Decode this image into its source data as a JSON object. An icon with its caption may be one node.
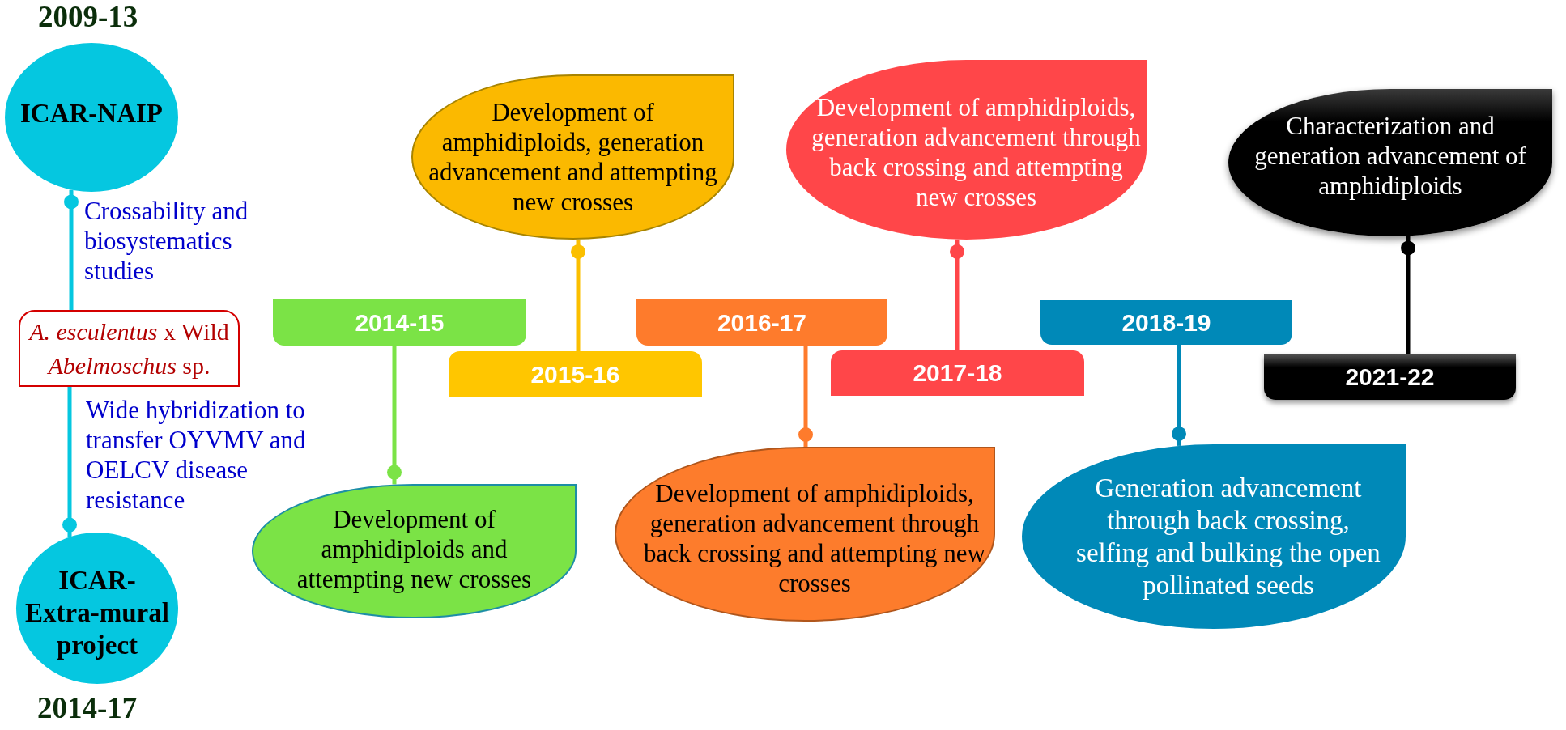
{
  "diagram": {
    "nodes": [
      {
        "text": [
          "ICAR-NAIP"
        ],
        "beside": [
          "2009-13"
        ]
      },
      {
        "text": [
          "*A. esculentus* x Wild *Abelmoschus* sp."
        ]
      },
      {
        "text": [
          "ICAR- Extra-mural project"
        ],
        "beside": [
          "2014-17"
        ]
      },
      {
        "text": [
          "2014-15"
        ]
      },
      {
        "text": [
          "Development of amphidiploids and attempting new crosses"
        ]
      },
      {
        "text": [
          "2015-16"
        ]
      },
      {
        "text": [
          "Development of amphidiploids, generation advancement and attempting new crosses"
        ]
      },
      {
        "text": [
          "2016-17"
        ]
      },
      {
        "text": [
          "Development of amphidiploids, generation advancement through back crossing and attempting new crosses"
        ]
      },
      {
        "text": [
          "2017-18"
        ]
      },
      {
        "text": [
          "Development of amphidiploids, generation advancement through back crossing and attempting new crosses"
        ]
      },
      {
        "text": [
          "2018-19"
        ]
      },
      {
        "text": [
          "Generation advancement through back crossing, selfing and bulking the open pollinated seeds"
        ]
      },
      {
        "text": [
          "2021-22"
        ]
      },
      {
        "text": [
          "Characterization and generation advancement of amphidiploids"
        ]
      }
    ],
    "edges": [
      {
        "from": 0,
        "to": 1,
        "arrow": "other",
        "label": "Crossability and biosystematics studies",
        "color": "#05c7e0"
      },
      {
        "from": 2,
        "to": 1,
        "arrow": "other",
        "label": "Wide hybridization to transfer OYVMV and OELCV disease resistance",
        "color": "#05c7e0"
      },
      {
        "from": 4,
        "to": 3,
        "arrow": "other",
        "color": "#7be346"
      },
      {
        "from": 6,
        "to": 5,
        "arrow": "other",
        "color": "#fbbf00"
      },
      {
        "from": 8,
        "to": 7,
        "arrow": "other",
        "color": "#fe7b2c"
      },
      {
        "from": 10,
        "to": 9,
        "arrow": "other",
        "color": "#ff4649"
      },
      {
        "from": 12,
        "to": 11,
        "arrow": "other",
        "color": "#0089b8"
      },
      {
        "from": 14,
        "to": 13,
        "arrow": "other",
        "color": "#000000"
      }
    ]
  }
}
